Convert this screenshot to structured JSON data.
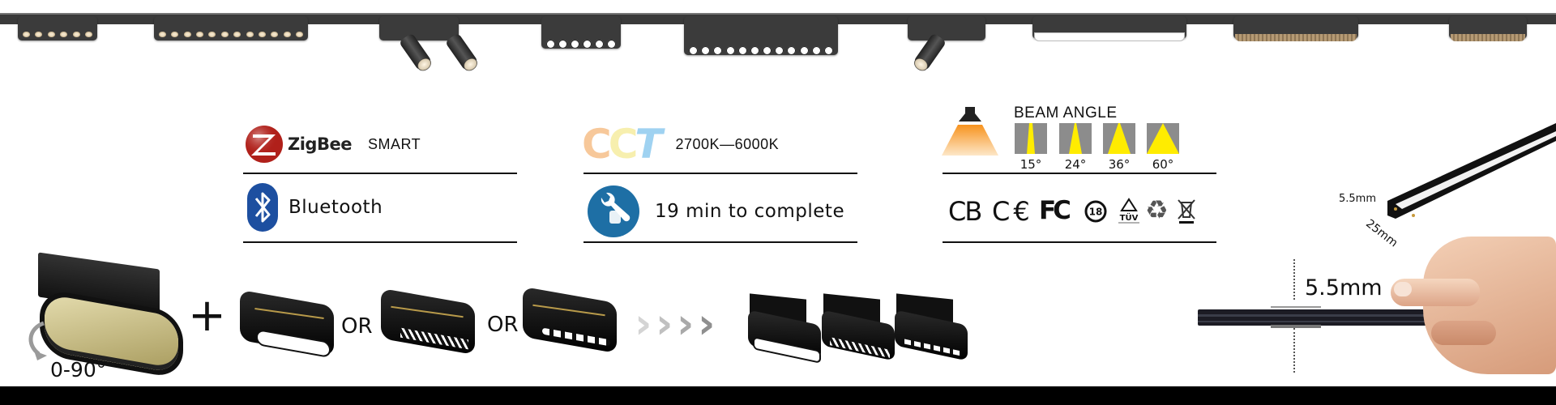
{
  "banner": {
    "track_fixtures": [
      {
        "type": "grille-linear",
        "leds": 6
      },
      {
        "type": "grille-linear",
        "leds": 12
      },
      {
        "type": "double-spotlight"
      },
      {
        "type": "dot-linear",
        "leds": 6
      },
      {
        "type": "dot-linear",
        "leds": 12
      },
      {
        "type": "single-spotlight"
      },
      {
        "type": "flood-linear"
      },
      {
        "type": "honeycomb-linear-long"
      },
      {
        "type": "honeycomb-linear-short"
      }
    ]
  },
  "features": {
    "zigbee": {
      "logo": "ZigBee",
      "label": "SMART",
      "brand_color": "#b0201a"
    },
    "bluetooth": {
      "label": "Bluetooth",
      "brand_color": "#1d4fa0"
    },
    "cct": {
      "logo": "CCT",
      "label": "2700K—6000K",
      "logo_colors": [
        "#f7c89a",
        "#f7efae",
        "#9fd2f1"
      ]
    },
    "install": {
      "label": "19 min to complete",
      "icon_color": "#1e6fa5"
    },
    "beam": {
      "title": "BEAM ANGLE",
      "angles": [
        "15°",
        "24°",
        "36°",
        "60°"
      ],
      "beam_color": "#ffec00",
      "box_color": "#8c8c8c"
    },
    "certifications": [
      "CB",
      "CE",
      "FC",
      "18",
      "TÜV",
      "recycle",
      "WEEE"
    ]
  },
  "modules": {
    "rotation_label": "0-90°",
    "plus": "+",
    "or_label_1": "OR",
    "or_label_2": "OR",
    "chevrons": "❯❯❯❯",
    "heads": [
      "flood",
      "grille",
      "dot"
    ]
  },
  "dimensions": {
    "profile_height": "5.5mm",
    "profile_width": "25mm",
    "side_thickness": "5.5mm"
  }
}
